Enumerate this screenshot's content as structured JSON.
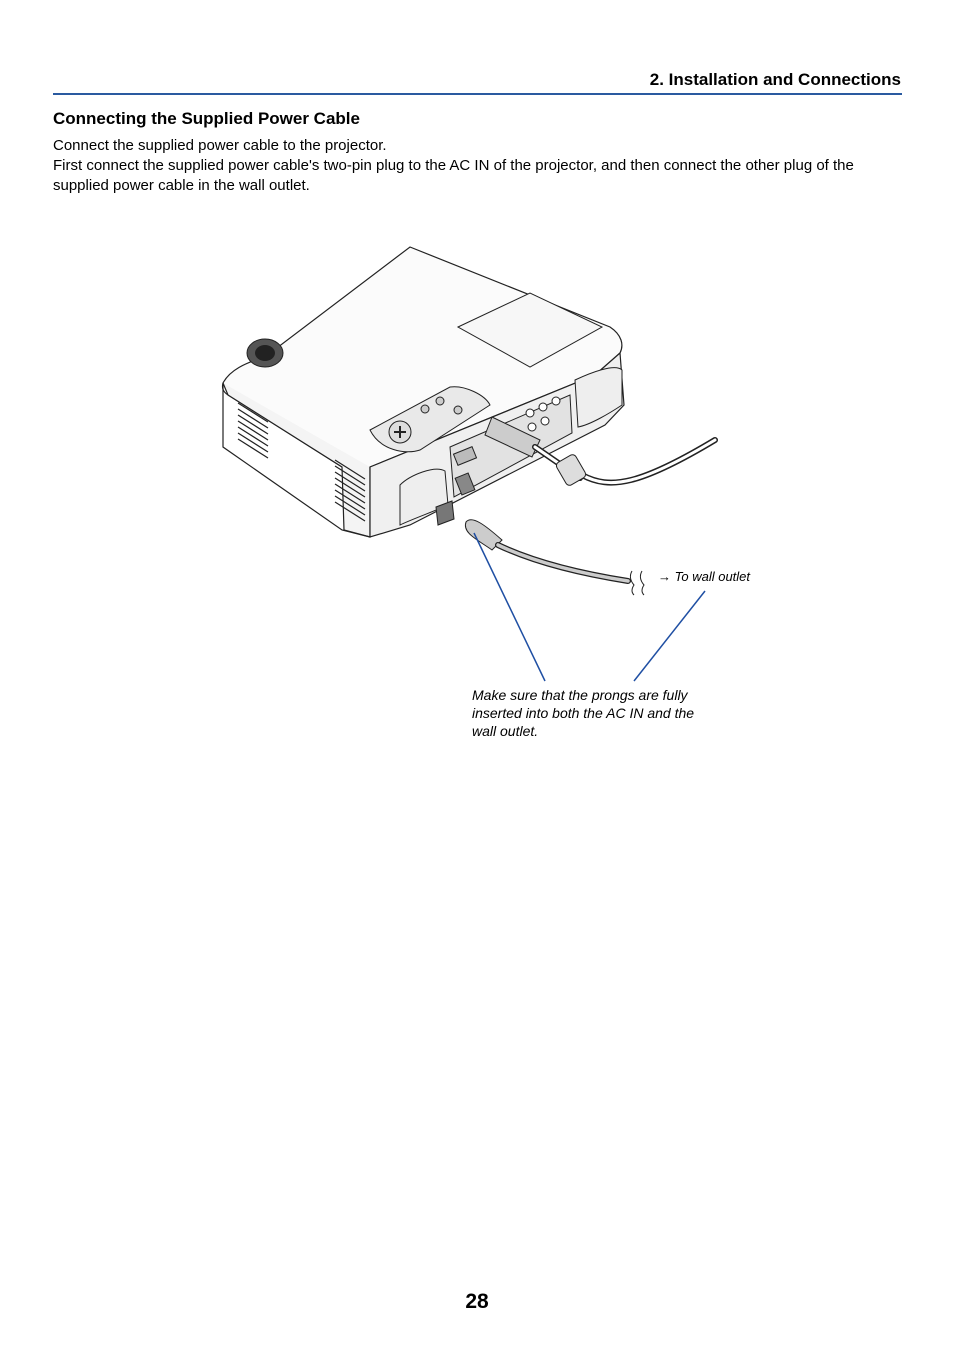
{
  "header": {
    "chapter_title": "2. Installation and Connections"
  },
  "section": {
    "title": "Connecting the Supplied Power Cable",
    "paragraphs": [
      "Connect the supplied power cable to the projector.",
      "First connect the supplied power cable's two-pin plug to the AC IN of the projector, and then connect the other plug of the supplied power cable in the wall outlet."
    ]
  },
  "figure": {
    "arrow_glyph": "→",
    "wall_outlet_label": "To wall outlet",
    "note": "Make sure that the prongs are fully inserted into both the AC IN and the wall outlet."
  },
  "footer": {
    "page_number": "28"
  },
  "colors": {
    "accent_rule": "#2a5aa0",
    "leader_line": "#1f4fa3"
  }
}
